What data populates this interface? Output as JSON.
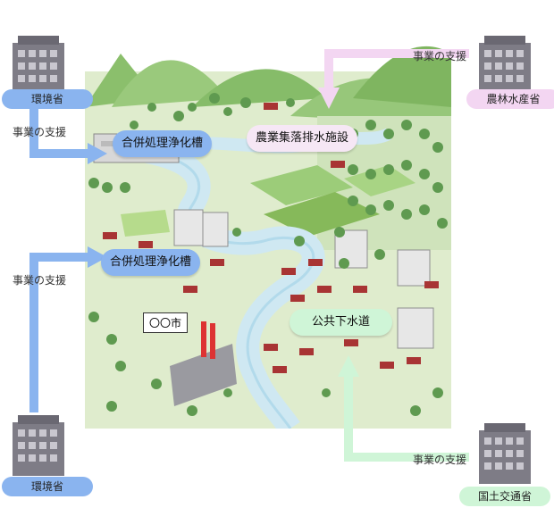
{
  "ministries": {
    "env_top": "環境省",
    "maff": "農林水産省",
    "env_bottom": "環境省",
    "mlit": "国土交通省"
  },
  "support_labels": {
    "left_top": "事業の支援",
    "left_mid": "事業の支援",
    "right_top": "事業の支援",
    "right_bottom": "事業の支援"
  },
  "facilities": {
    "johkasou_1": "合併処理浄化槽",
    "johkasou_2": "合併処理浄化槽",
    "rural_drainage": "農業集落排水施設",
    "public_sewer": "公共下水道"
  },
  "city_label": "〇〇市",
  "colors": {
    "blue": "#8ab4ef",
    "pink": "#f3d6f2",
    "green": "#cff5d7",
    "building": "#7e7c86"
  }
}
